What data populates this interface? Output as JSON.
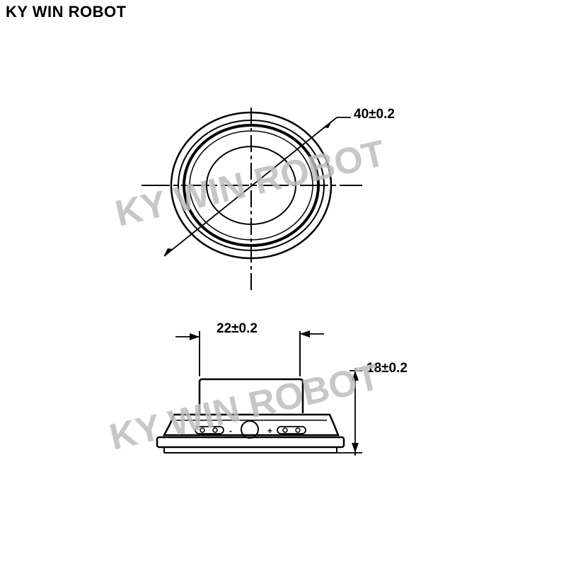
{
  "brand": {
    "title": "KY WIN ROBOT"
  },
  "watermark": {
    "text": "KY WIN ROBOT"
  },
  "top_view": {
    "diameter_label": "40±0.2"
  },
  "side_view": {
    "width_label": "22±0.2",
    "height_label": "18±0.2",
    "terminal_minus": "-",
    "terminal_plus": "+"
  }
}
